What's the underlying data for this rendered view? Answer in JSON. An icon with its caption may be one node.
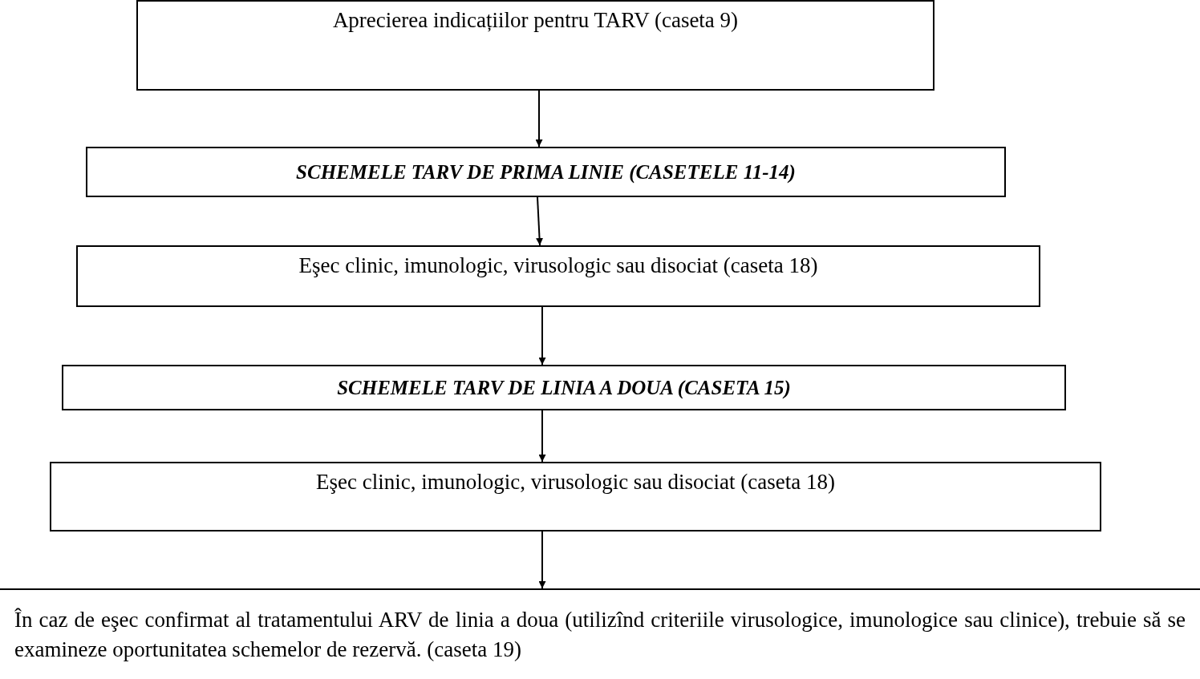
{
  "diagram": {
    "nodes": [
      {
        "text": [
          "Aprecierea indicațiilor pentru TARV (caseta 9)"
        ]
      },
      {
        "text": [
          "SCHEMELE TARV DE PRIMA LINIE (CASETELE 11-14)"
        ]
      },
      {
        "text": [
          "Eşec clinic,  imunologic, virusologic sau disociat (caseta 18)"
        ]
      },
      {
        "text": [
          "SCHEMELE TARV DE LINIA A DOUA (CASETA 15)"
        ]
      },
      {
        "text": [
          "Eşec clinic,  imunologic, virusologic sau disociat (caseta 18)"
        ]
      },
      {
        "text": [
          "În caz de eşec confirmat al tratamentului ARV de linia a doua (utilizînd criteriile virusologice, imunologice sau clinice), trebuie să se examineze oportunitatea schemelor de rezervă. (caseta 19)"
        ]
      }
    ],
    "edges": [
      {
        "from": 0,
        "to": 1,
        "arrow": "to"
      },
      {
        "from": 1,
        "to": 2,
        "arrow": "to"
      },
      {
        "from": 2,
        "to": 3,
        "arrow": "to"
      },
      {
        "from": 3,
        "to": 4,
        "arrow": "to"
      },
      {
        "from": 4,
        "to": 5,
        "arrow": "to"
      }
    ]
  }
}
